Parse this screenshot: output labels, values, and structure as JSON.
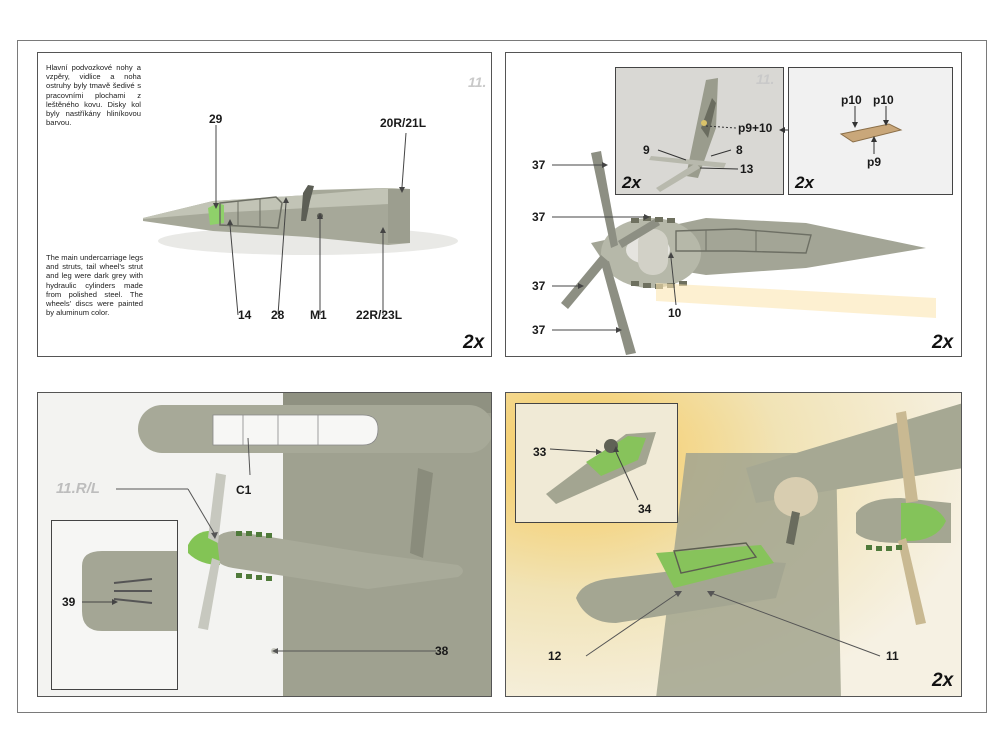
{
  "panel1": {
    "note_cz": "Hlavní podvozkové nohy a vzpěry, vidlice a noha ostruhy byly tmavě šedivé s pracovními plochami z leštěného kovu. Disky kol byly nastříkány hliníkovou barvou.",
    "note_en": "The main undercarriage legs and struts, tail wheel's strut and leg were dark grey with hydraulic cylinders made from polished steel. The wheels' discs were painted by aluminum color.",
    "step": "11.",
    "scale": "2x",
    "labels": {
      "l29": "29",
      "l20r21l": "20R/21L",
      "l14": "14",
      "l28": "28",
      "m1": "M1",
      "l22r23l": "22R/23L"
    }
  },
  "panel2": {
    "scale": "2x",
    "inset_a": {
      "step": "11.",
      "scale": "2x",
      "labels": {
        "p9p10": "p9+10",
        "l9": "9",
        "l8": "8",
        "l13": "13"
      }
    },
    "inset_b": {
      "scale": "2x",
      "labels": {
        "p10a": "p10",
        "p10b": "p10",
        "p9": "p9"
      }
    },
    "labels": {
      "l37a": "37",
      "l37b": "37",
      "l37c": "37",
      "l37d": "37",
      "l10": "10"
    }
  },
  "panel3": {
    "step": "11.R/L",
    "labels": {
      "c1": "C1",
      "l39": "39",
      "l38": "38"
    }
  },
  "panel4": {
    "scale": "2x",
    "labels": {
      "l33": "33",
      "l34": "34",
      "l12": "12",
      "l11": "11"
    }
  },
  "colors": {
    "model_grey": "#9a9c8c",
    "green": "#7fc04a",
    "background": "#ffffff"
  }
}
